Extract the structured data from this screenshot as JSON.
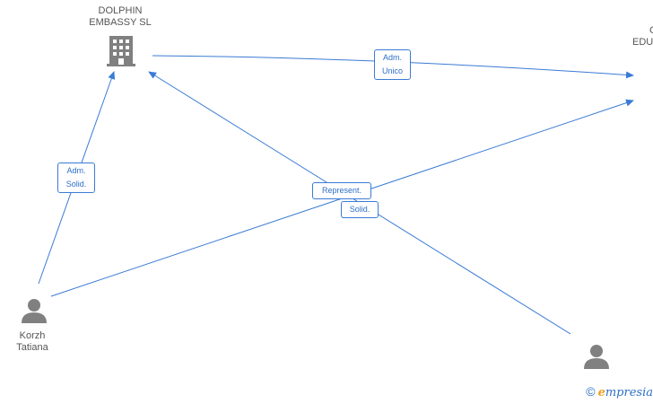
{
  "nodes": {
    "dolphin": {
      "name_line1": "DOLPHIN",
      "name_line2": "EMBASSY  SL",
      "icon": "building-icon"
    },
    "edu": {
      "name_line1": "C",
      "name_line2": "EDU",
      "icon": "building-icon"
    },
    "korzh": {
      "name_line1": "Korzh",
      "name_line2": "Tatiana",
      "icon": "person-icon"
    },
    "person_right": {
      "icon": "person-icon"
    }
  },
  "edges": {
    "adm_unico": {
      "line1": "Adm.",
      "line2": "Unico"
    },
    "adm_solid": {
      "line1": "Adm.",
      "line2": "Solid."
    },
    "represent": {
      "label": "Represent."
    },
    "solid": {
      "label": "Solid."
    }
  },
  "colors": {
    "edge": "#3a7bd5",
    "icon": "#808080",
    "label_text": "#555555"
  },
  "watermark": {
    "copyright_symbol": "©",
    "brand_initial": "e",
    "brand_rest": "mpresia"
  }
}
